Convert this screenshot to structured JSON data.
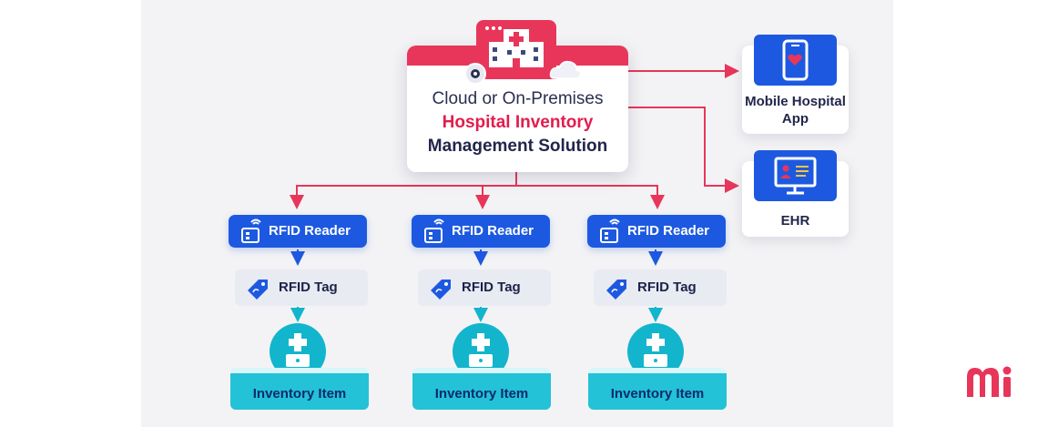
{
  "main": {
    "line1": "Cloud or On-Premises",
    "line2": "Hospital Inventory",
    "line3": "Management Solution"
  },
  "mobile": {
    "label": "Mobile Hospital App"
  },
  "ehr": {
    "label": "EHR"
  },
  "branches": [
    {
      "reader": "RFID Reader",
      "tag": "RFID Tag",
      "item": "Inventory Item"
    },
    {
      "reader": "RFID Reader",
      "tag": "RFID Tag",
      "item": "Inventory Item"
    },
    {
      "reader": "RFID Reader",
      "tag": "RFID Tag",
      "item": "Inventory Item"
    }
  ],
  "colors": {
    "accent": "#e8365a",
    "blue": "#1d59e0",
    "teal": "#13b5cd",
    "panel": "#f3f3f5"
  },
  "logo": {
    "text": "mi"
  }
}
